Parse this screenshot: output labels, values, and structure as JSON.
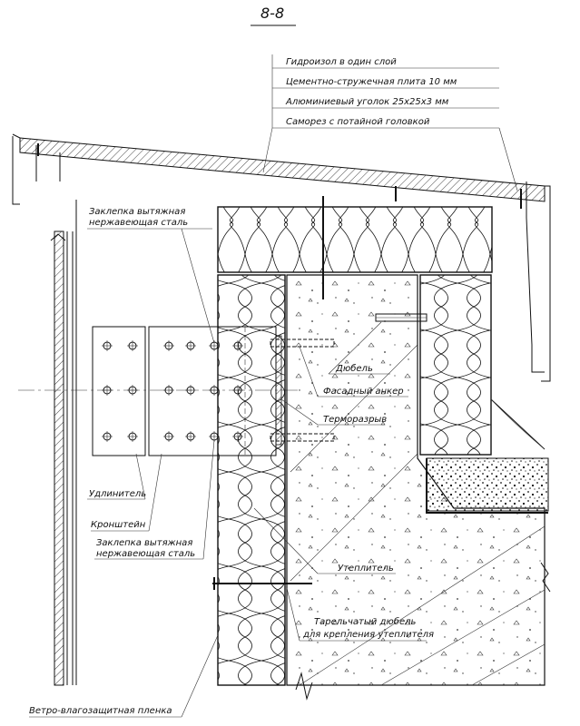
{
  "title": "8-8",
  "labels": {
    "waterproofing": "Гидроизол в один слой",
    "cement_board": "Цементно-стружечная плита 10 мм",
    "aluminum_angle": "Алюминиевый уголок 25х25х3 мм",
    "screw": "Саморез с потайной головкой",
    "rivet_top_line1": "Заклепка вытяжная",
    "rivet_top_line2": "нержавеющая сталь",
    "dowel": "Дюбель",
    "facade_anchor": "Фасадный анкер",
    "thermal_break": "Терморазрыв",
    "extension": "Удлинитель",
    "bracket": "Кронштейн",
    "rivet_bottom_line1": "Заклепка вытяжная",
    "rivet_bottom_line2": "нержавеющая сталь",
    "insulation": "Утеплитель",
    "plate_dowel_line1": "Тарельчатый дюбель",
    "plate_dowel_line2": "для крепления утеплителя",
    "membrane": "Ветро-влагозащитная пленка"
  }
}
